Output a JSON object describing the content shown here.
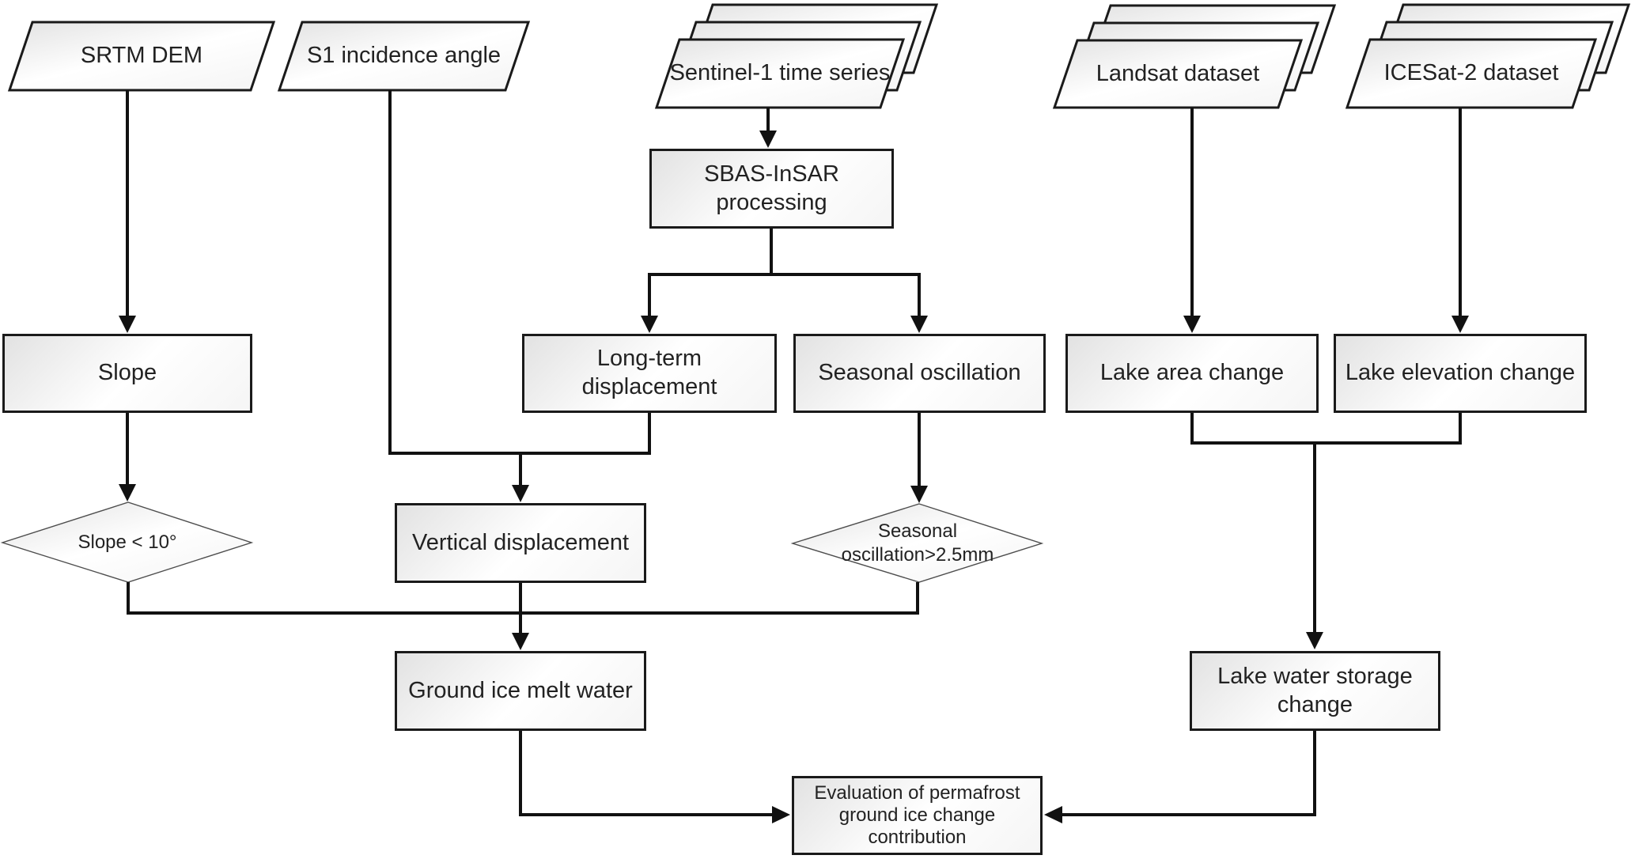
{
  "diagram": {
    "type": "flowchart",
    "nodes": {
      "srtm_dem": {
        "shape": "parallelogram",
        "label": "SRTM DEM"
      },
      "s1_incidence_angle": {
        "shape": "parallelogram",
        "label": "S1 incidence angle"
      },
      "sentinel1_time_series": {
        "shape": "stacked-parallelogram",
        "label": "Sentinel-1 time series"
      },
      "landsat_dataset": {
        "shape": "stacked-parallelogram",
        "label": "Landsat dataset"
      },
      "icesat2_dataset": {
        "shape": "stacked-parallelogram",
        "label": "ICESat-2 dataset"
      },
      "sbas_processing": {
        "shape": "rect",
        "label": "SBAS-InSAR\nprocessing"
      },
      "slope": {
        "shape": "rect",
        "label": "Slope"
      },
      "long_term_displacement": {
        "shape": "rect",
        "label": "Long-term\ndisplacement"
      },
      "seasonal_oscillation": {
        "shape": "rect",
        "label": "Seasonal oscillation"
      },
      "lake_area_change": {
        "shape": "rect",
        "label": "Lake area change"
      },
      "lake_elevation_change": {
        "shape": "rect",
        "label": "Lake elevation change"
      },
      "slope_condition": {
        "shape": "diamond",
        "label": "Slope < 10°"
      },
      "vertical_displacement": {
        "shape": "rect",
        "label": "Vertical displacement"
      },
      "seasonal_condition": {
        "shape": "diamond",
        "label": "Seasonal\noscillation>2.5mm"
      },
      "ground_ice_melt_water": {
        "shape": "rect",
        "label": "Ground ice melt water"
      },
      "lake_water_storage_change": {
        "shape": "rect",
        "label": "Lake water storage\nchange"
      },
      "evaluation": {
        "shape": "rect",
        "label": "Evaluation of permafrost\nground ice change\ncontribution"
      }
    },
    "edges": [
      "srtm_dem -> slope",
      "s1_incidence_angle -> vertical_displacement",
      "sentinel1_time_series -> sbas_processing",
      "sbas_processing -> long_term_displacement",
      "sbas_processing -> seasonal_oscillation",
      "landsat_dataset -> lake_area_change",
      "icesat2_dataset -> lake_elevation_change",
      "slope -> slope_condition",
      "long_term_displacement -> vertical_displacement",
      "seasonal_oscillation -> seasonal_condition",
      "slope_condition -> ground_ice_melt_water",
      "vertical_displacement -> ground_ice_melt_water",
      "seasonal_condition -> ground_ice_melt_water",
      "lake_area_change -> lake_water_storage_change",
      "lake_elevation_change -> lake_water_storage_change",
      "ground_ice_melt_water -> evaluation",
      "lake_water_storage_change -> evaluation"
    ],
    "colors": {
      "background": "#ffffff",
      "shape_border": "#1a1a1a",
      "diamond_border": "#4d4d4d",
      "connector": "#111111",
      "shape_fill_dark": "#e2e2e2",
      "shape_fill_light": "#ffffff",
      "text": "#222222"
    }
  }
}
